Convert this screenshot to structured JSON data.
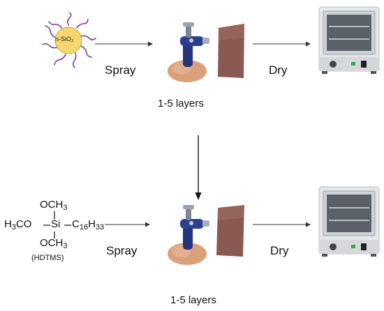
{
  "top_row": {
    "particle_label": "n-SiO₂",
    "action_label": "Spray",
    "dry_label": "Dry",
    "layers_label": "1-5 layers"
  },
  "bottom_row": {
    "formula": {
      "top_group": "OCH",
      "top_sub": "3",
      "left_group": "H",
      "left_sub": "3",
      "left_tail": "CO",
      "center": "Si",
      "right_group": "C",
      "right_sub1": "16",
      "right_mid": "H",
      "right_sub2": "33",
      "bottom_group": "OCH",
      "bottom_sub": "3",
      "name": "(HDTMS)"
    },
    "action_label": "Spray",
    "dry_label": "Dry",
    "layers_label": "1-5 layers"
  },
  "colors": {
    "particle_core": "#f5d76e",
    "particle_chains": "#7b3fa0",
    "fabric": "#8a5a52",
    "oven_body": "#e4e6e8",
    "spray_gun": "#2b3f8f",
    "hand": "#d9a07a"
  }
}
